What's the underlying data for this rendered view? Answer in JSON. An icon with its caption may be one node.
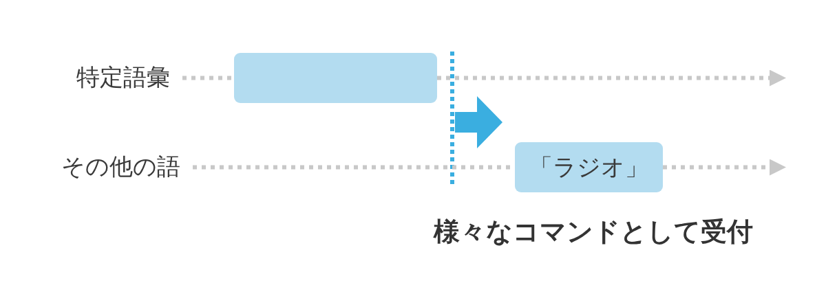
{
  "diagram": {
    "nodes": [
      {
        "text": [
          "特定語彙"
        ]
      },
      {
        "text": [],
        "shape": "box"
      },
      {
        "text": [
          "その他の語"
        ]
      },
      {
        "text": [
          "「ラジオ」"
        ]
      }
    ],
    "edges": [
      {
        "from": 0,
        "to": 1,
        "arrow": "none",
        "style": "dashed"
      },
      {
        "from": 1,
        "to": null,
        "arrow": "to",
        "style": "dashed"
      },
      {
        "from": 2,
        "to": 3,
        "arrow": "none",
        "style": "dashed"
      },
      {
        "from": 3,
        "to": null,
        "arrow": "to",
        "style": "dashed"
      }
    ],
    "labels": [
      "様々なコマンドとして受付"
    ]
  }
}
